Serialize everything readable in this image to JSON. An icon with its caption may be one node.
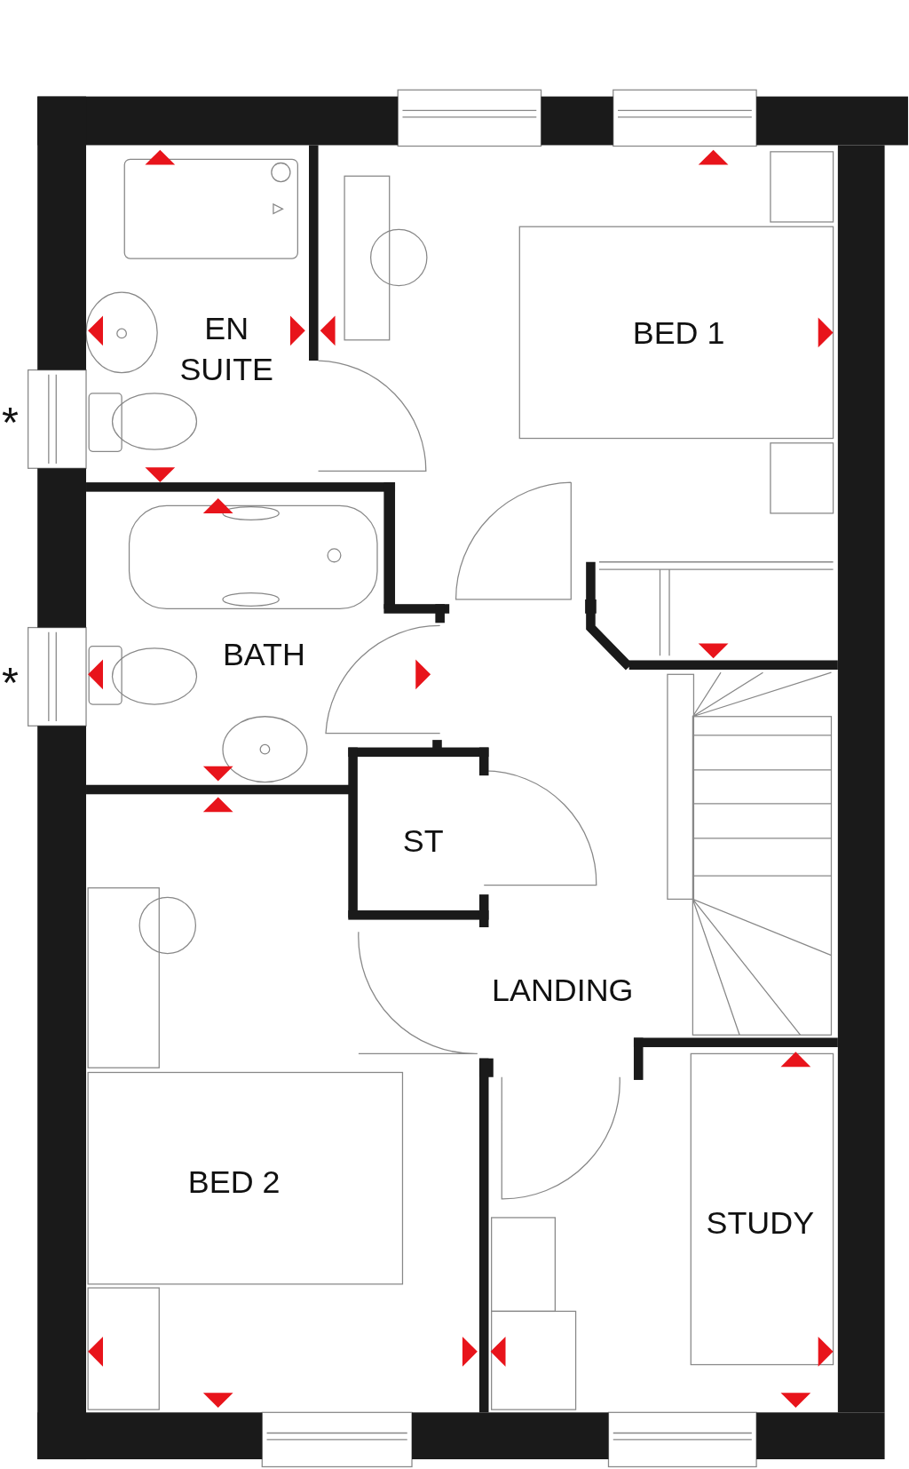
{
  "diagram": {
    "nodes": [
      {
        "text": [
          "EN SUITE"
        ]
      },
      {
        "text": [
          "BED 1"
        ]
      },
      {
        "text": [
          "BATH"
        ]
      },
      {
        "text": [
          "ST"
        ]
      },
      {
        "text": [
          "LANDING"
        ]
      },
      {
        "text": [
          "BED 2"
        ]
      },
      {
        "text": [
          "STUDY"
        ]
      }
    ],
    "labels": [
      "*",
      "*"
    ]
  }
}
